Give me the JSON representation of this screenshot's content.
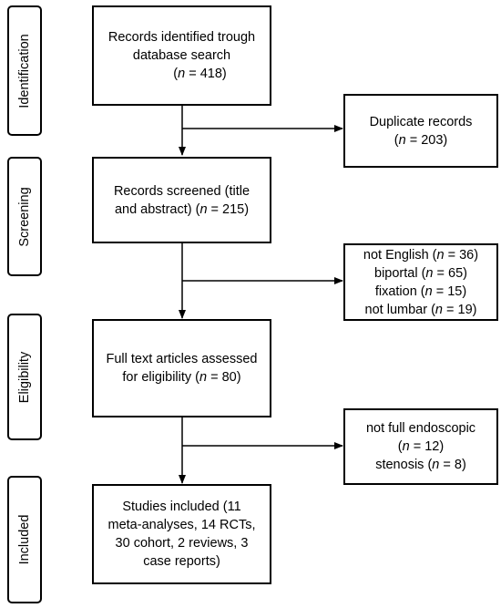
{
  "stages": {
    "identification": "Identification",
    "screening": "Screening",
    "eligibility": "Eligibility",
    "included": "Included"
  },
  "boxes": {
    "identified": {
      "line1": "Records identified trough",
      "line2": "database search",
      "n_label": "n",
      "n_value": " = 418)"
    },
    "duplicates": {
      "line1": "Duplicate records",
      "n_label": "n",
      "n_value": " = 203)"
    },
    "screened": {
      "line1": "Records screened (title",
      "line2_prefix": "and abstract) (",
      "n_label": "n",
      "n_value": " = 215)"
    },
    "excluded_screening": {
      "items": [
        {
          "label": "not English (",
          "n": "n",
          "value": " = 36)"
        },
        {
          "label": "biportal (",
          "n": "n",
          "value": " = 65)"
        },
        {
          "label": "fixation (",
          "n": "n",
          "value": " = 15)"
        },
        {
          "label": "not lumbar (",
          "n": "n",
          "value": " = 19)"
        }
      ]
    },
    "full_text": {
      "line1": "Full text articles assessed",
      "line2_prefix": "for eligibility (",
      "n_label": "n",
      "n_value": " = 80)"
    },
    "excluded_eligibility": {
      "line1": "not full endoscopic",
      "line2_n": "n",
      "line2_value": " = 12)",
      "line3_prefix": "stenosis (",
      "line3_n": "n",
      "line3_value": " = 8)"
    },
    "included": {
      "line1": "Studies included (11",
      "line2": "meta-analyses, 14 RCTs,",
      "line3": "30 cohort, 2 reviews, 3",
      "line4": "case reports)"
    }
  }
}
